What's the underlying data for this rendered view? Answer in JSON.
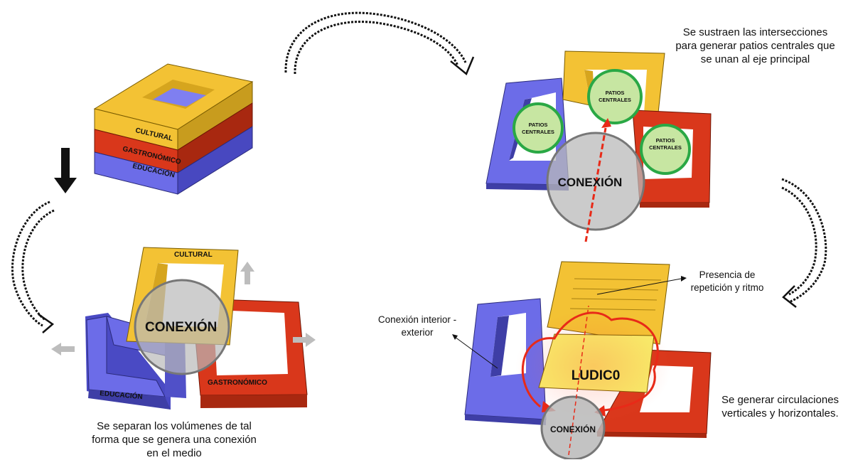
{
  "stacked_block": {
    "layers": [
      "CULTURAL",
      "GASTRONÓMICO",
      "EDUCACIÓN"
    ]
  },
  "separated": {
    "cultural": "CULTURAL",
    "educacion": "EDUCACIÓN",
    "gastronomico": "GASTRONÓMICO",
    "conexion": "CONEXIÓN",
    "caption": [
      "Se separan los volúmenes de tal",
      "forma que se genera una conexión",
      "en el medio"
    ]
  },
  "subtracted": {
    "caption": [
      "Se sustraen las intersecciones",
      "para generar patios centrales que",
      "se unan al eje principal"
    ],
    "patio_label": [
      "PATIOS",
      "CENTRALES"
    ],
    "conexion": "CONEXIÓN"
  },
  "final": {
    "presencia": [
      "Presencia de",
      "repetición y ritmo"
    ],
    "conexion_interior": [
      "Conexión interior -",
      "exterior"
    ],
    "ludico": "LUDIC0",
    "conexion": "CONEXIÓN",
    "caption": [
      "Se generar circulaciones",
      "verticales y horizontales."
    ]
  },
  "colors": {
    "cultural": "#F3C234",
    "gastronomico": "#D9371B",
    "educacion": "#6C6CE8",
    "patio_fill": "#C7E6A2",
    "patio_stroke": "#2AA845",
    "conexion_circle": "#B9B9B9",
    "accent_red": "#E82A18"
  }
}
